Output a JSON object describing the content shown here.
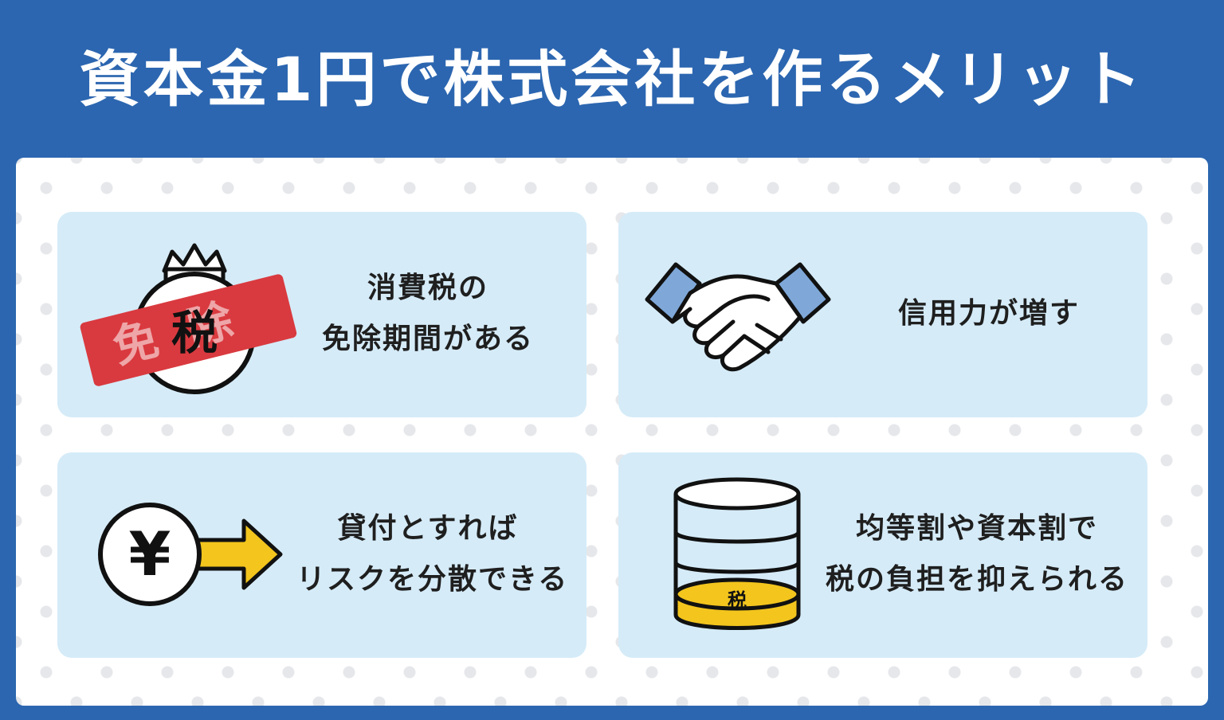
{
  "title": "資本金1円で株式会社を作るメリット",
  "cards": [
    {
      "lines": [
        "消費税の",
        "免除期間がある"
      ],
      "icon": "tax-exemption-icon",
      "icon_text": {
        "tax": "税",
        "stamp": "免除"
      }
    },
    {
      "lines": [
        "信用力が増す"
      ],
      "icon": "handshake-icon"
    },
    {
      "lines": [
        "貸付とすれば",
        "リスクを分散できる"
      ],
      "icon": "yen-arrow-icon",
      "icon_text": {
        "yen": "¥"
      }
    },
    {
      "lines": [
        "均等割や資本割で",
        "税の負担を抑えられる"
      ],
      "icon": "tax-cylinder-icon",
      "icon_text": {
        "tax": "税"
      }
    }
  ],
  "colors": {
    "header": "#2c66b0",
    "card": "#d5ebf8",
    "stamp_red": "#d93a3f",
    "yellow": "#f3c51d",
    "sleeve_blue": "#7fa8d9"
  }
}
